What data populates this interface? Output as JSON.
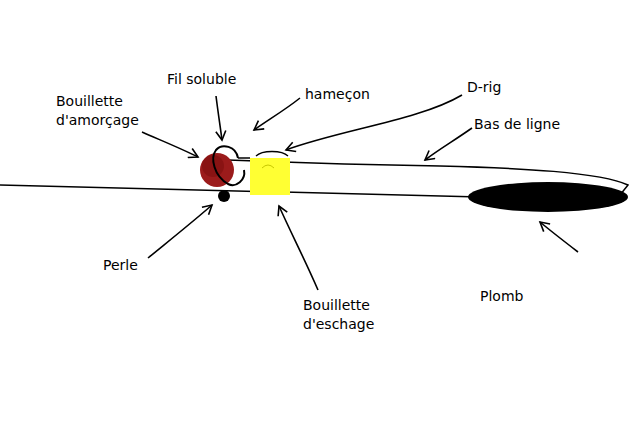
{
  "diagram": {
    "labels": [
      "Bouillette d'amorçage",
      "Fil soluble",
      "hameçon",
      "D-rig",
      "Bas de ligne",
      "Perle",
      "Bouillette d'eschage",
      "Plomb"
    ]
  }
}
